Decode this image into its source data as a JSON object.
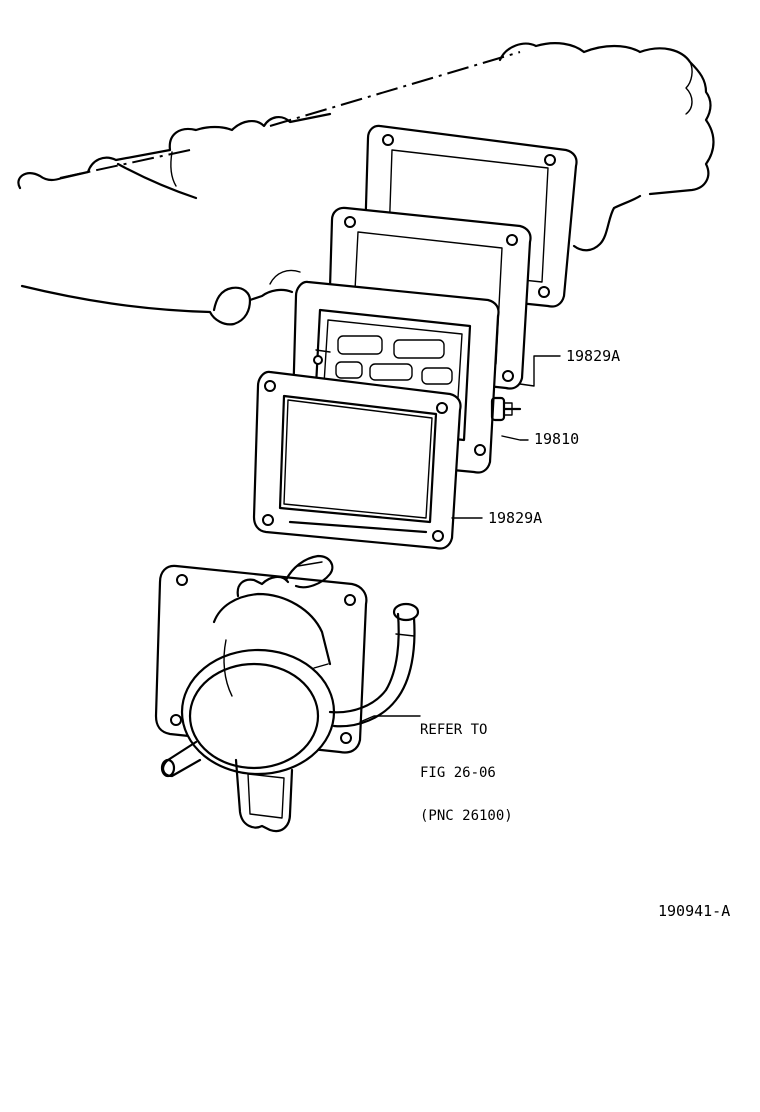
{
  "callouts": {
    "gasket_upper": "19829A",
    "valve_assembly": "19810",
    "gasket_lower": "19829A"
  },
  "reference": {
    "line1": "REFER TO",
    "line2": "FIG 26-06",
    "line3": "(PNC 26100)"
  },
  "figure_id": "190941-A"
}
